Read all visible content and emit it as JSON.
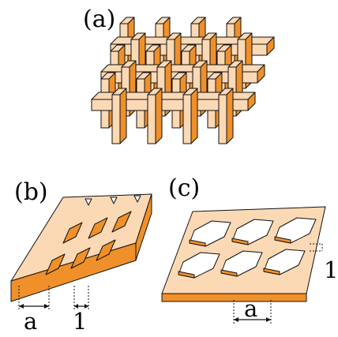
{
  "panels": [
    {
      "id": "a",
      "label": "(a)"
    },
    {
      "id": "b",
      "label": "(b)",
      "dimensions": {
        "spacing": "a",
        "width": "1"
      }
    },
    {
      "id": "c",
      "label": "(c)",
      "dimensions": {
        "spacing": "a",
        "thickness": "1"
      }
    }
  ],
  "colors": {
    "face": "#FCD9B5",
    "side": "#F0902A",
    "stroke": "#111111",
    "background": "#FFFFFF"
  }
}
